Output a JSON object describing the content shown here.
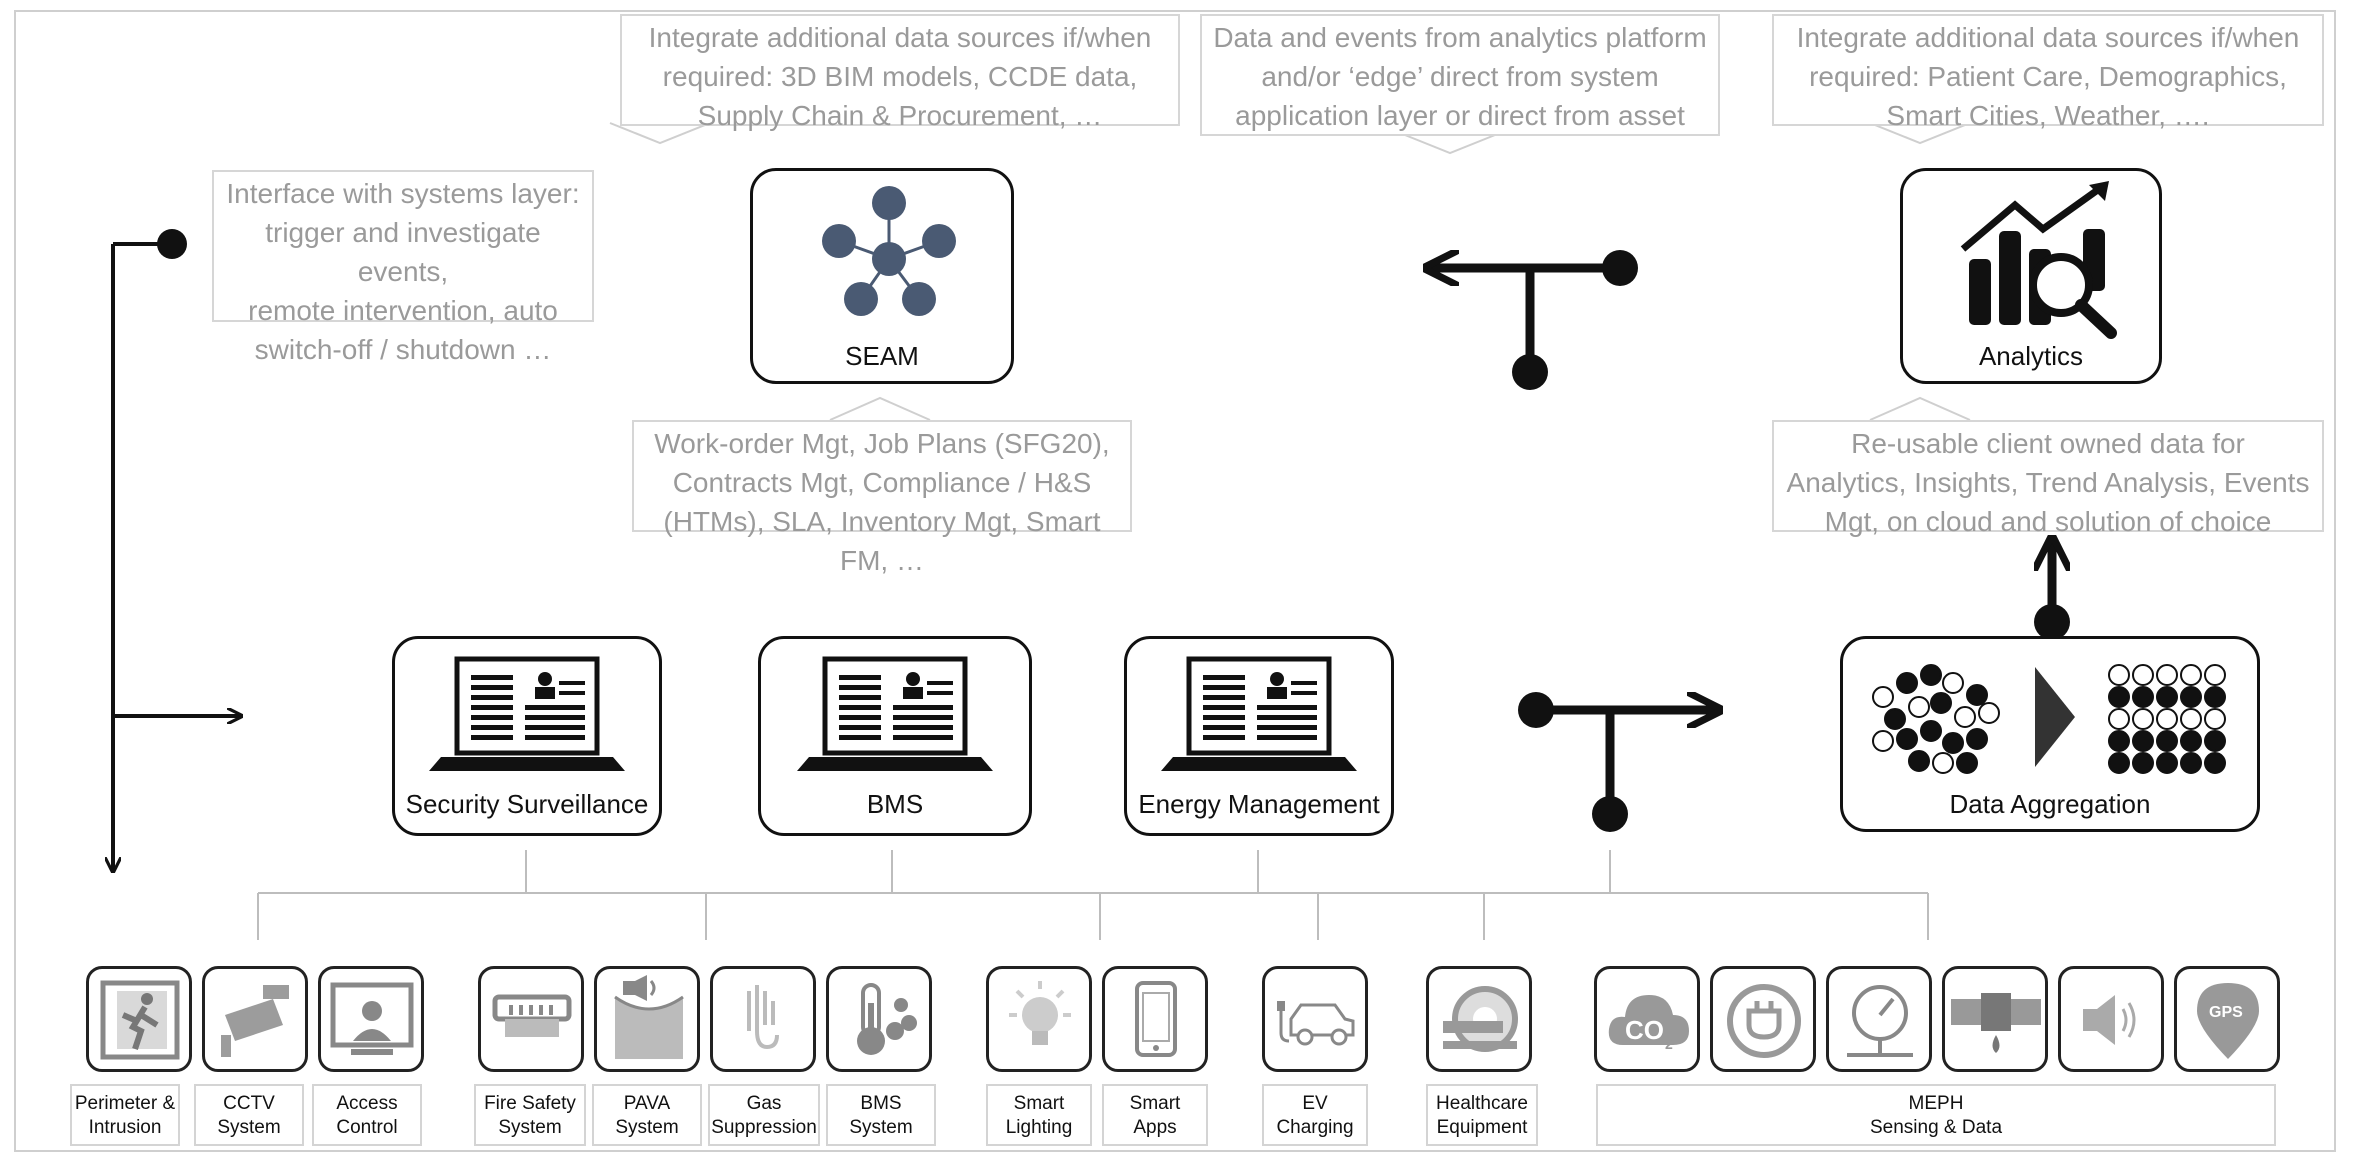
{
  "notes": {
    "top_left": "Integrate additional data sources if/when\nrequired: 3D BIM models, CCDE data,\nSupply Chain & Procurement, …",
    "top_mid": "Data and events from analytics platform\nand/or ‘edge’ direct from system\napplication layer or direct from asset",
    "top_right": "Integrate additional data sources if/when\nrequired: Patient Care, Demographics,\nSmart Cities, Weather, ….",
    "interface": "Interface with systems layer:\ntrigger and investigate events,\nremote intervention, auto\nswitch-off / shutdown …",
    "seam_below": "Work-order Mgt, Job Plans (SFG20),\nContracts Mgt, Compliance / H&S\n(HTMs), SLA, Inventory Mgt, Smart FM, …",
    "analytics_below": "Re-usable client owned data for\nAnalytics, Insights, Trend Analysis, Events\nMgt, on cloud and solution of choice"
  },
  "nodes": {
    "seam": "SEAM",
    "analytics": "Analytics",
    "security": "Security Surveillance",
    "bms": "BMS",
    "energy": "Energy Management",
    "aggregation": "Data Aggregation"
  },
  "devices": {
    "perimeter": "Perimeter &\nIntrusion",
    "cctv": "CCTV\nSystem",
    "access": "Access\nControl",
    "fire": "Fire Safety\nSystem",
    "pava": "PAVA\nSystem",
    "gas": "Gas\nSuppression",
    "bms": "BMS\nSystem",
    "lighting": "Smart\nLighting",
    "apps": "Smart\nApps",
    "ev": "EV\nCharging",
    "health": "Healthcare\nEquipment",
    "meph": "MEPH\nSensing & Data"
  },
  "icons": {
    "co2_text": "CO",
    "co2_sub": "2",
    "gps_text": "GPS"
  },
  "colors": {
    "node_dot": "#4a5a73",
    "note_text": "#9a9a9a",
    "icon_gray": "#9c9c9c",
    "line": "#111111"
  }
}
